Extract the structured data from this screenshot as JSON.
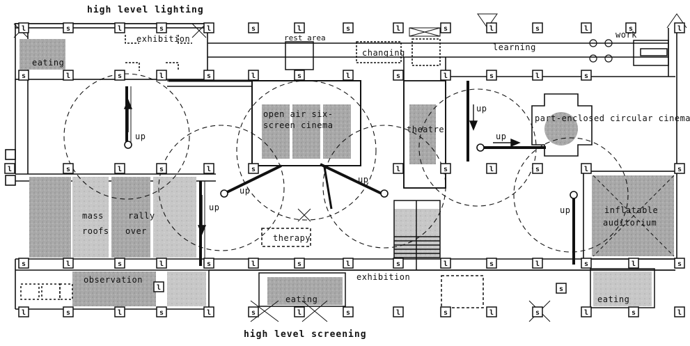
{
  "title": "high level lighting",
  "bottom_title": "high level screening",
  "labels": {
    "eating_tl": "eating",
    "exhibition_top": "exhibition",
    "rest_area": "rest area",
    "changing": "changing",
    "learning": "learning",
    "work": "work",
    "cinema_l1": "open air six-",
    "cinema_l2": "screen cinema",
    "theatre": "theatre",
    "circular_cinema": "part-enclosed circular cinema",
    "mass": "mass",
    "rally": "rally",
    "roofs": "roofs",
    "over": "over",
    "therapy": "therapy",
    "inflatable_1": "inflatable",
    "inflatable_2": "auditorium",
    "observation": "observation",
    "exhibition_bottom": "exhibition",
    "eating_bottom": "eating",
    "eating_br": "eating"
  },
  "ramp_label": "up",
  "column_marks": {
    "service": "s",
    "lift": "l"
  },
  "colors": {
    "ink": "#111111",
    "tone_dark": "#8a8a8a",
    "tone_mid": "#b4b4b4",
    "tone_light": "#d6d6d6"
  }
}
